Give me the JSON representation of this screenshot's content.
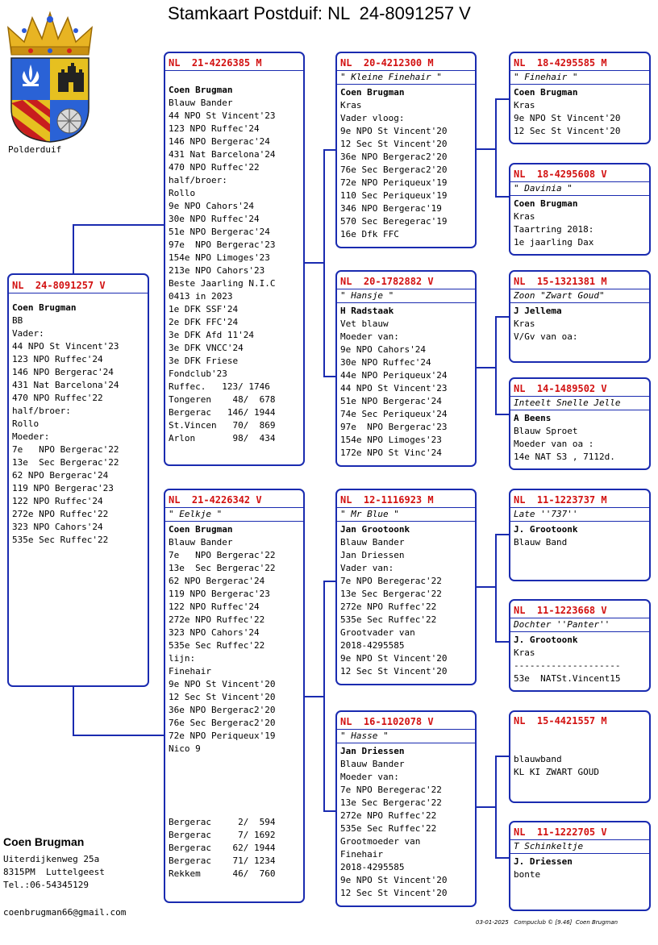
{
  "title": "Stamkaart Postduif: NL  24-8091257 V",
  "crest_label": "Polderduif",
  "colors": {
    "border": "#1a2bb0",
    "ring": "#d21010"
  },
  "subject": {
    "ring": "NL  24-8091257 V",
    "lines": [
      "Coen Brugman",
      "BB",
      "Vader:",
      "44 NPO St Vincent'23",
      "123 NPO Ruffec'24",
      "146 NPO Bergerac'24",
      "431 Nat Barcelona'24",
      "470 NPO Ruffec'22",
      "half/broer:",
      "Rollo",
      "Moeder:",
      "7e   NPO Bergerac'22",
      "13e  Sec Bergerac'22",
      "62 NPO Bergerac'24",
      "119 NPO Bergerac'23",
      "122 NPO Ruffec'24",
      "272e NPO Ruffec'22",
      "323 NPO Cahors'24",
      "535e Sec Ruffec'22"
    ]
  },
  "father": {
    "ring": "NL  21-4226385 M",
    "lines": [
      "Coen Brugman",
      "Blauw Bander",
      "44 NPO St Vincent'23",
      "123 NPO Ruffec'24",
      "146 NPO Bergerac'24",
      "431 Nat Barcelona'24",
      "470 NPO Ruffec'22",
      "half/broer:",
      "Rollo",
      "9e NPO Cahors'24",
      "30e NPO Ruffec'24",
      "51e NPO Bergerac'24",
      "97e  NPO Bergerac'23",
      "154e NPO Limoges'23",
      "213e NPO Cahors'23",
      "Beste Jaarling N.I.C",
      "0413 in 2023",
      "1e DFK SSF'24",
      "2e DFK FFC'24",
      "3e DFK Afd 11'24",
      "3e DFK VNCC'24",
      "3e DFK Friese",
      "Fondclub'23",
      "Ruffec.   123/ 1746",
      "Tongeren    48/  678",
      "Bergerac   146/ 1944",
      "St.Vincen   70/  869",
      "Arlon       98/  434"
    ]
  },
  "mother": {
    "ring": "NL  21-4226342 V",
    "nick": "\" Eelkje \"",
    "lines": [
      "Coen Brugman",
      "Blauw Bander",
      "7e   NPO Bergerac'22",
      "13e  Sec Bergerac'22",
      "62 NPO Bergerac'24",
      "119 NPO Bergerac'23",
      "122 NPO Ruffec'24",
      "272e NPO Ruffec'22",
      "323 NPO Cahors'24",
      "535e Sec Ruffec'22",
      "lijn:",
      "Finehair",
      "9e NPO St Vincent'20",
      "12 Sec St Vincent'20",
      "36e NPO Bergerac2'20",
      "76e Sec Bergerac2'20",
      "72e NPO Periqueux'19",
      "Nico 9"
    ],
    "stats": [
      "Bergerac     2/  594",
      "Bergerac     7/ 1692",
      "Bergerac    62/ 1944",
      "Bergerac    71/ 1234",
      "Rekkem      46/  760"
    ]
  },
  "ff": {
    "ring": "NL  20-4212300 M",
    "nick": "\" Kleine Finehair \"",
    "lines": [
      "Coen Brugman",
      "Kras",
      "Vader vloog:",
      "9e NPO St Vincent'20",
      "12 Sec St Vincent'20",
      "36e NPO Bergerac2'20",
      "76e Sec Bergerac2'20",
      "72e NPO Periqueux'19",
      "110 Sec Periqueux'19",
      "346 NPO Bergerac'19",
      "570 Sec Beregerac'19",
      "16e Dfk FFC"
    ]
  },
  "fm": {
    "ring": "NL  20-1782882 V",
    "nick": "\" Hansje \"",
    "lines": [
      "H Radstaak",
      "Vet blauw",
      "Moeder van:",
      "9e NPO Cahors'24",
      "30e NPO Ruffec'24",
      "44e NPO Periqueux'24",
      "44 NPO St Vincent'23",
      "51e NPO Bergerac'24",
      "74e Sec Periqueux'24",
      "97e  NPO Bergerac'23",
      "154e NPO Limoges'23",
      "172e NPO St Vinc'24"
    ],
    "bold_first": true
  },
  "mf": {
    "ring": "NL  12-1116923 M",
    "nick": "\" Mr Blue \"",
    "lines": [
      "Jan Grootoonk",
      "Blauw Bander",
      "Jan Driessen",
      "Vader van:",
      "7e NPO Beregerac'22",
      "13e Sec Bergerac'22",
      "272e NPO Ruffec'22",
      "535e Sec Ruffec'22",
      "Grootvader van",
      "2018-4295585",
      "9e NPO St Vincent'20",
      "12 Sec St Vincent'20"
    ],
    "bold_first": true
  },
  "mm": {
    "ring": "NL  16-1102078 V",
    "nick": "\" Hasse \"",
    "lines": [
      "Jan Driessen",
      "Blauw Bander",
      "Moeder van:",
      "7e NPO Beregerac'22",
      "13e Sec Bergerac'22",
      "272e NPO Ruffec'22",
      "535e Sec Ruffec'22",
      "Grootmoeder van",
      "Finehair",
      "2018-4295585",
      "9e NPO St Vincent'20",
      "12 Sec St Vincent'20"
    ],
    "bold_first": true
  },
  "fff": {
    "ring": "NL  18-4295585 M",
    "nick": "\" Finehair \"",
    "lines": [
      "Coen Brugman",
      "Kras",
      "9e NPO St Vincent'20",
      "12 Sec St Vincent'20"
    ]
  },
  "ffm": {
    "ring": "NL  18-4295608 V",
    "nick": "\" Davinia \"",
    "lines": [
      "Coen Brugman",
      "Kras",
      "Taartring 2018:",
      "1e jaarling Dax"
    ]
  },
  "fmf": {
    "ring": "NL  15-1321381 M",
    "nick": "Zoon \"Zwart Goud\"",
    "lines": [
      "J Jellema",
      "Kras",
      "V/Gv van oa:"
    ],
    "bold_first": true
  },
  "fmm": {
    "ring": "NL  14-1489502 V",
    "nick": "Inteelt Snelle Jelle",
    "lines": [
      "A Beens",
      "Blauw Sproet",
      "Moeder van oa :",
      "14e NAT S3 , 7112d."
    ],
    "bold_first": true
  },
  "mff": {
    "ring": "NL  11-1223737 M",
    "nick": "Late ''737''",
    "lines": [
      "J. Grootoonk",
      "Blauw Band"
    ],
    "bold_first": true
  },
  "mfm": {
    "ring": "NL  11-1223668 V",
    "nick": "Dochter ''Panter''",
    "lines": [
      "J. Grootoonk",
      "Kras",
      "--------------------",
      "53e  NATSt.Vincent15"
    ],
    "bold_first": true
  },
  "mmf": {
    "ring": "NL  15-4421557 M",
    "lines": [
      "blauwband",
      "KL KI ZWART GOUD"
    ]
  },
  "mmm": {
    "ring": "NL  11-1222705 V",
    "nick": "T Schinkeltje",
    "lines": [
      "J. Driessen",
      "bonte"
    ],
    "bold_first": true
  },
  "owner": {
    "name": "Coen Brugman",
    "lines": [
      "Uiterdijkenweg 25a",
      "8315PM  Luttelgeest",
      "Tel.:06-54345129"
    ],
    "email": "coenbrugman66@gmail.com"
  },
  "footer": "03-01-2025   Compuclub © [9.46]  Coen Brugman"
}
